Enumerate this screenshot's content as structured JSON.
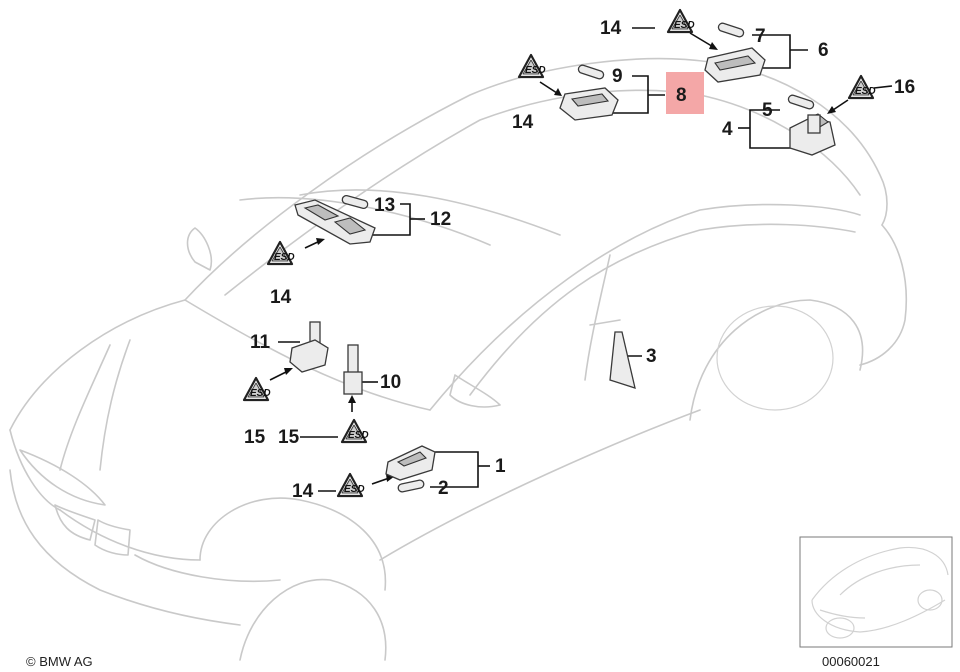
{
  "callouts": {
    "c1": "1",
    "c2": "2",
    "c3": "3",
    "c4": "4",
    "c5": "5",
    "c6": "6",
    "c7": "7",
    "c8": "8",
    "c9": "9",
    "c10": "10",
    "c11": "11",
    "c12": "12",
    "c13": "13",
    "c14a": "14",
    "c14b": "14",
    "c14c": "14",
    "c14d": "14",
    "c15a": "15",
    "c15b": "15",
    "c16": "16"
  },
  "warning_glyph": "ESD",
  "copyright": "© BMW AG",
  "diagram_number": "00060021",
  "colors": {
    "highlight": "#f4a7a7",
    "car_outline": "#c9c9c9",
    "leader": "#111111"
  }
}
